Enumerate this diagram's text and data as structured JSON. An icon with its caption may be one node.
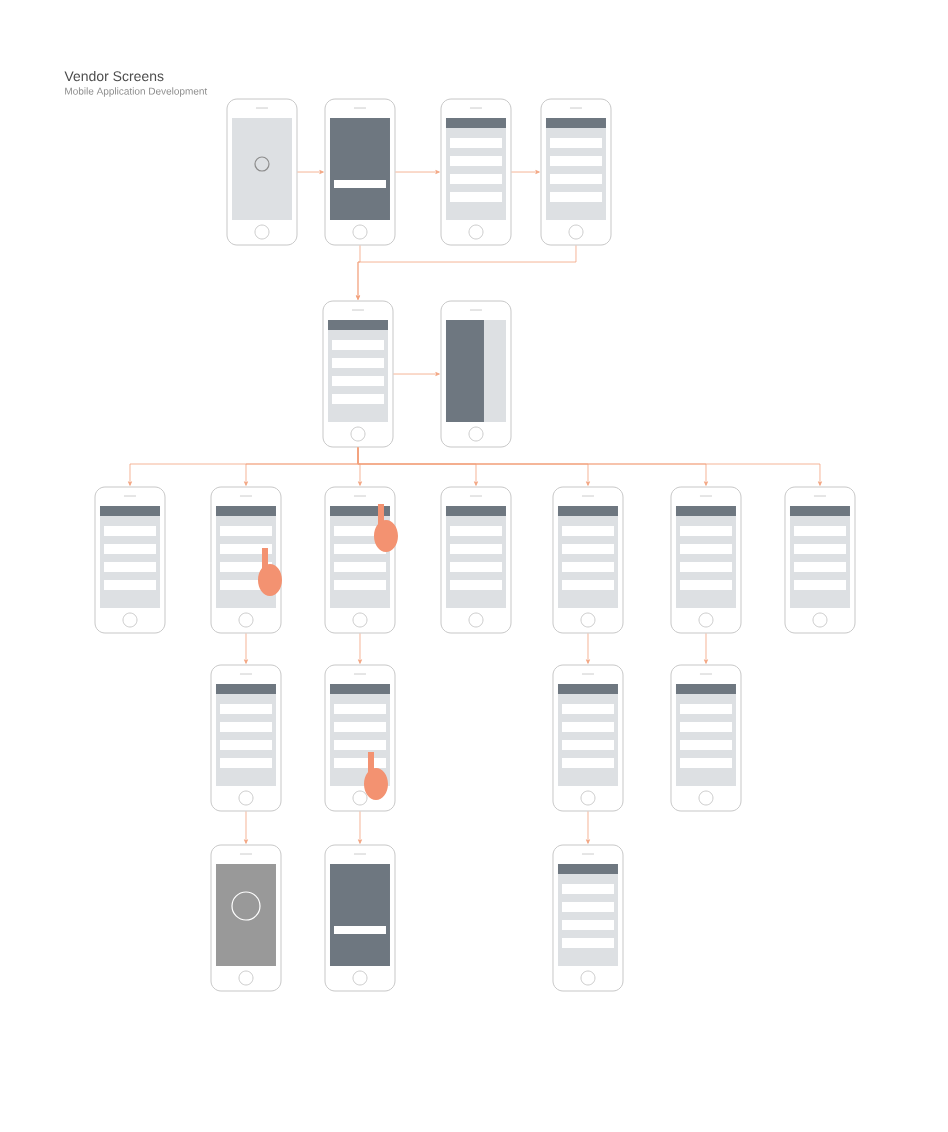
{
  "diagram": {
    "title": "Vendor Screens",
    "labels": [
      "Mobile Application Development"
    ],
    "nodes": [
      {
        "text": [],
        "shape": "picture"
      },
      {
        "text": [],
        "shape": "picture"
      },
      {
        "text": [],
        "shape": "picture"
      },
      {
        "text": [],
        "shape": "picture"
      },
      {
        "text": [],
        "shape": "picture"
      },
      {
        "text": [],
        "shape": "picture"
      },
      {
        "text": [],
        "shape": "picture"
      },
      {
        "text": [],
        "shape": "picture"
      },
      {
        "text": [],
        "shape": "picture"
      },
      {
        "text": [],
        "shape": "picture"
      },
      {
        "text": [],
        "shape": "picture"
      },
      {
        "text": [],
        "shape": "picture"
      },
      {
        "text": [],
        "shape": "picture"
      },
      {
        "text": [],
        "shape": "picture"
      },
      {
        "text": [],
        "shape": "picture"
      },
      {
        "text": [],
        "shape": "picture"
      },
      {
        "text": [],
        "shape": "picture"
      },
      {
        "text": [],
        "shape": "picture"
      },
      {
        "text": [],
        "shape": "picture"
      },
      {
        "text": [],
        "shape": "picture"
      }
    ],
    "edges": [
      {
        "from": 0,
        "to": 1,
        "arrow": "to"
      },
      {
        "from": 1,
        "to": 2,
        "arrow": "to"
      },
      {
        "from": 2,
        "to": 3,
        "arrow": "to"
      },
      {
        "from": 1,
        "to": 4,
        "arrow": "to"
      },
      {
        "from": 3,
        "to": 4,
        "arrow": "to"
      },
      {
        "from": 4,
        "to": 5,
        "arrow": "to"
      },
      {
        "from": 4,
        "to": 6,
        "arrow": "to"
      },
      {
        "from": 4,
        "to": 7,
        "arrow": "to"
      },
      {
        "from": 4,
        "to": 8,
        "arrow": "to"
      },
      {
        "from": 4,
        "to": 9,
        "arrow": "to"
      },
      {
        "from": 4,
        "to": 10,
        "arrow": "to"
      },
      {
        "from": 4,
        "to": 11,
        "arrow": "to"
      },
      {
        "from": 4,
        "to": 12,
        "arrow": "to"
      },
      {
        "from": 7,
        "to": 13,
        "arrow": "to"
      },
      {
        "from": 8,
        "to": 14,
        "arrow": "to"
      },
      {
        "from": 10,
        "to": 15,
        "arrow": "to"
      },
      {
        "from": 11,
        "to": 16,
        "arrow": "to"
      },
      {
        "from": 13,
        "to": 17,
        "arrow": "to"
      },
      {
        "from": 14,
        "to": 18,
        "arrow": "to"
      },
      {
        "from": 15,
        "to": 19,
        "arrow": "to"
      }
    ]
  }
}
